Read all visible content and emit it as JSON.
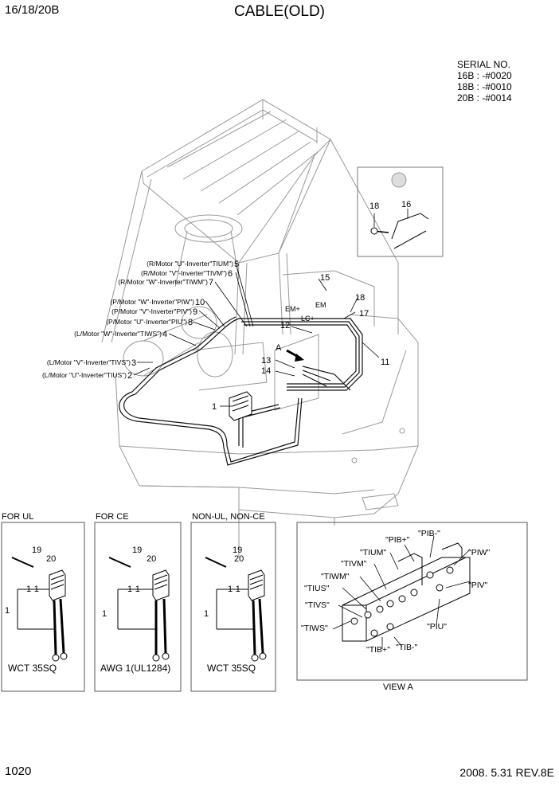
{
  "header": {
    "model": "16/18/20B",
    "title": "CABLE(OLD)"
  },
  "serial": {
    "heading": "SERIAL NO.",
    "lines": [
      "16B : -#0020",
      "18B : -#0010",
      "20B : -#0014"
    ]
  },
  "callouts": {
    "c1": "1",
    "c2": "2",
    "c3": "3",
    "c4": "4",
    "c5": "5",
    "c6": "6",
    "c7": "7",
    "c8": "8",
    "c9": "9",
    "c10": "10",
    "c11": "11",
    "c12": "12",
    "c13": "13",
    "c14": "14",
    "c15": "15",
    "c16": "16",
    "c17": "17",
    "c18": "18",
    "c19": "19",
    "c20": "20",
    "c1_1": "1-1",
    "arrowA": "A"
  },
  "main_labels": {
    "em": "EM",
    "em_plus": "EM+",
    "lc_plus": "LC+",
    "r_u": "(R/Motor \"U\"-Inverter\"TIUM\")",
    "r_v": "(R/Motor \"V\"-Inverter\"TIVM\")",
    "r_w": "(R/Motor \"W\"-Inverter\"TIWM\")",
    "p_w": "(P/Motor \"W\"-Inverter\"PIW\")",
    "p_v": "(P/Motor \"V\"-Inverter\"PIV\")",
    "p_u": "(P/Motor \"U\"-Inverter\"PIU\")",
    "l_w": "(L/Motor \"W\"-Inverter\"TIWS\")",
    "l_v": "(L/Motor \"V\"-Inverter\"TIVS\")",
    "l_u": "(L/Motor \"U\"-Inverter\"TIUS\")"
  },
  "panels": [
    {
      "heading": "FOR UL",
      "spec": "WCT 35SQ"
    },
    {
      "heading": "FOR CE",
      "spec": "AWG 1(UL1284)"
    },
    {
      "heading": "NON-UL, NON-CE",
      "spec": "WCT 35SQ"
    }
  ],
  "view_a": {
    "caption": "VIEW A",
    "labels": {
      "pib_minus": "\"PIB-\"",
      "pib_plus": "\"PIB+\"",
      "pivw": "\"PIW\"",
      "piv": "\"PIV\"",
      "piu": "\"PIU\"",
      "tium": "\"TIUM\"",
      "tivm": "\"TIVM\"",
      "tiwm": "\"TIWM\"",
      "tius": "\"TIUS\"",
      "tivs": "\"TIVS\"",
      "tiws": "\"TIWS\"",
      "tib_plus": "\"TIB+\"",
      "tib_minus": "\"TIB-\""
    }
  },
  "footer": {
    "page": "1020",
    "revision": "2008. 5.31  REV.8E"
  }
}
